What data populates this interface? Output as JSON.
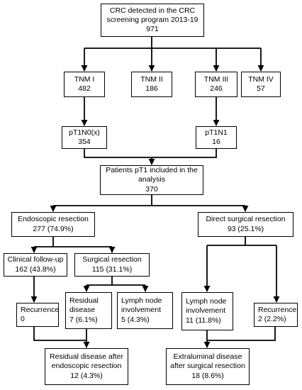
{
  "nodes": {
    "crc_detected": {
      "line1": "CRC detected in the CRC",
      "line2": "screening program 2013-19",
      "line3": "971"
    },
    "tnm1": {
      "line1": "TNM I",
      "line2": "482"
    },
    "tnm2": {
      "line1": "TNM II",
      "line2": "186"
    },
    "tnm3": {
      "line1": "TNM III",
      "line2": "246"
    },
    "tnm4": {
      "line1": "TNM IV",
      "line2": "57"
    },
    "pt1n0x": {
      "line1": "pT1N0(x)",
      "line2": "354"
    },
    "pt1n1": {
      "line1": "pT1N1",
      "line2": "16"
    },
    "pt1_included": {
      "line1": "Patients pT1 included in the",
      "line2": "analysis",
      "line3": "370"
    },
    "endoscopic": {
      "line1": "Endoscopic resection",
      "line2": "277 (74.9%)"
    },
    "direct_surgical": {
      "line1": "Direct surgical resection",
      "line2": "93 (25.1%)"
    },
    "clinical_followup": {
      "line1": "Clinical follow-up",
      "line2": "162 (43.8%)"
    },
    "surgical": {
      "line1": "Surgical resection",
      "line2": "115 (31.1%)"
    },
    "recurrence_a": {
      "line1": "Recurrence",
      "line2": "0"
    },
    "residual": {
      "line1": "Residual",
      "line2": "disease",
      "line3": "7 (6.1%)"
    },
    "lymph_a": {
      "line1": "Lymph node",
      "line2": "involvement",
      "line3": "5 (4.3%)"
    },
    "lymph_b": {
      "line1": "Lymph node",
      "line2": "involvement",
      "line3": "11 (11.8%)"
    },
    "recurrence_b": {
      "line1": "Recurrence",
      "line2": "2 (2.2%)"
    },
    "residual_after": {
      "line1": "Residual disease after",
      "line2": "endoscopic resection",
      "line3": "12 (4.3%)"
    },
    "extraluminal": {
      "line1": "Extraluminal disease",
      "line2": "after surgical resection",
      "line3": "18 (8.6%)"
    }
  }
}
